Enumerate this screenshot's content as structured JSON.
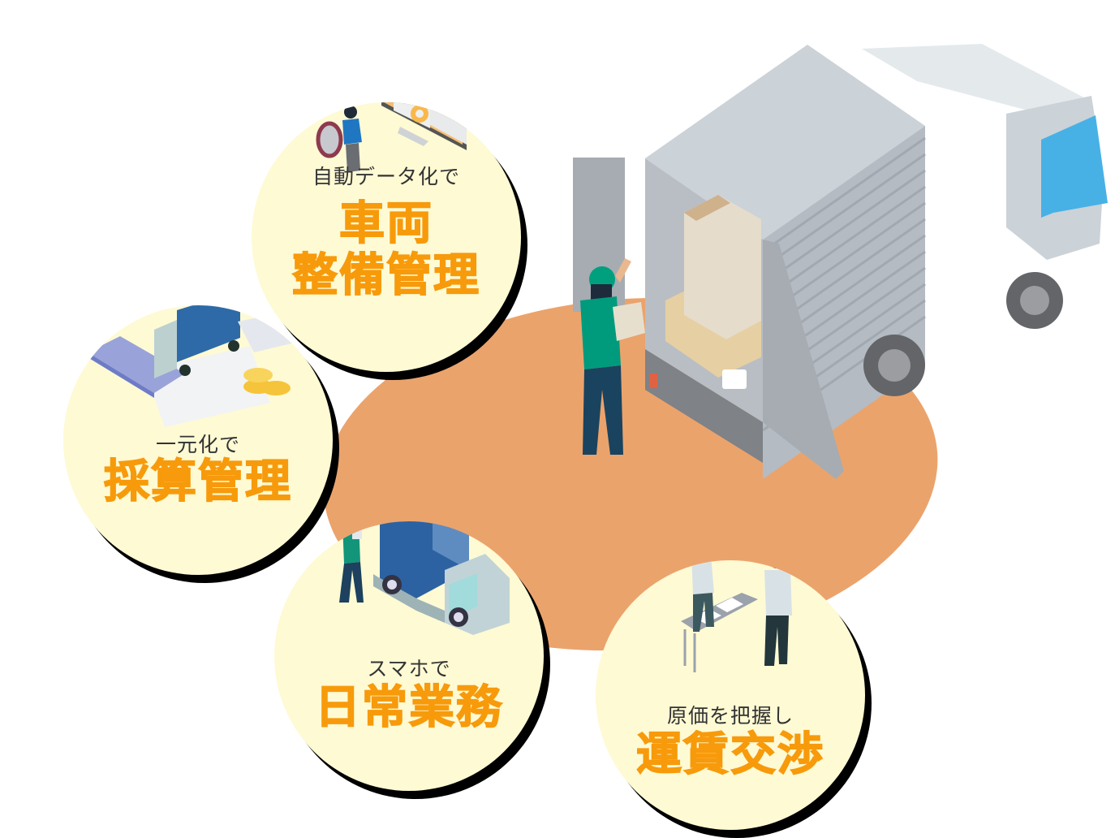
{
  "features": [
    {
      "id": "vehicle-maintenance",
      "sub_label": "自動データ化で",
      "main_label_line1": "車両",
      "main_label_line2": "整備管理",
      "illustration": "analyst-with-magnifier-and-dashboards"
    },
    {
      "id": "profitability",
      "sub_label": "一元化で",
      "main_label": "採算管理",
      "illustration": "calculator-truck-cash-coins"
    },
    {
      "id": "daily-operations",
      "sub_label": "スマホで",
      "main_label": "日常業務",
      "illustration": "driver-with-tablet-and-truck"
    },
    {
      "id": "freight-negotiation",
      "sub_label": "原価を把握し",
      "main_label": "運賃交渉",
      "illustration": "two-people-negotiating-at-table"
    }
  ],
  "center_illustration": "worker-loading-boxes-into-truck",
  "colors": {
    "circle_fill": "#fefad4",
    "ground": "#eba36c",
    "accent_text": "#f79a0b",
    "sub_text": "#333333",
    "shadow": "#000000",
    "truck_body": "#cbd2d8",
    "truck_window": "#47b1e6",
    "worker_shirt": "#009b7c"
  }
}
